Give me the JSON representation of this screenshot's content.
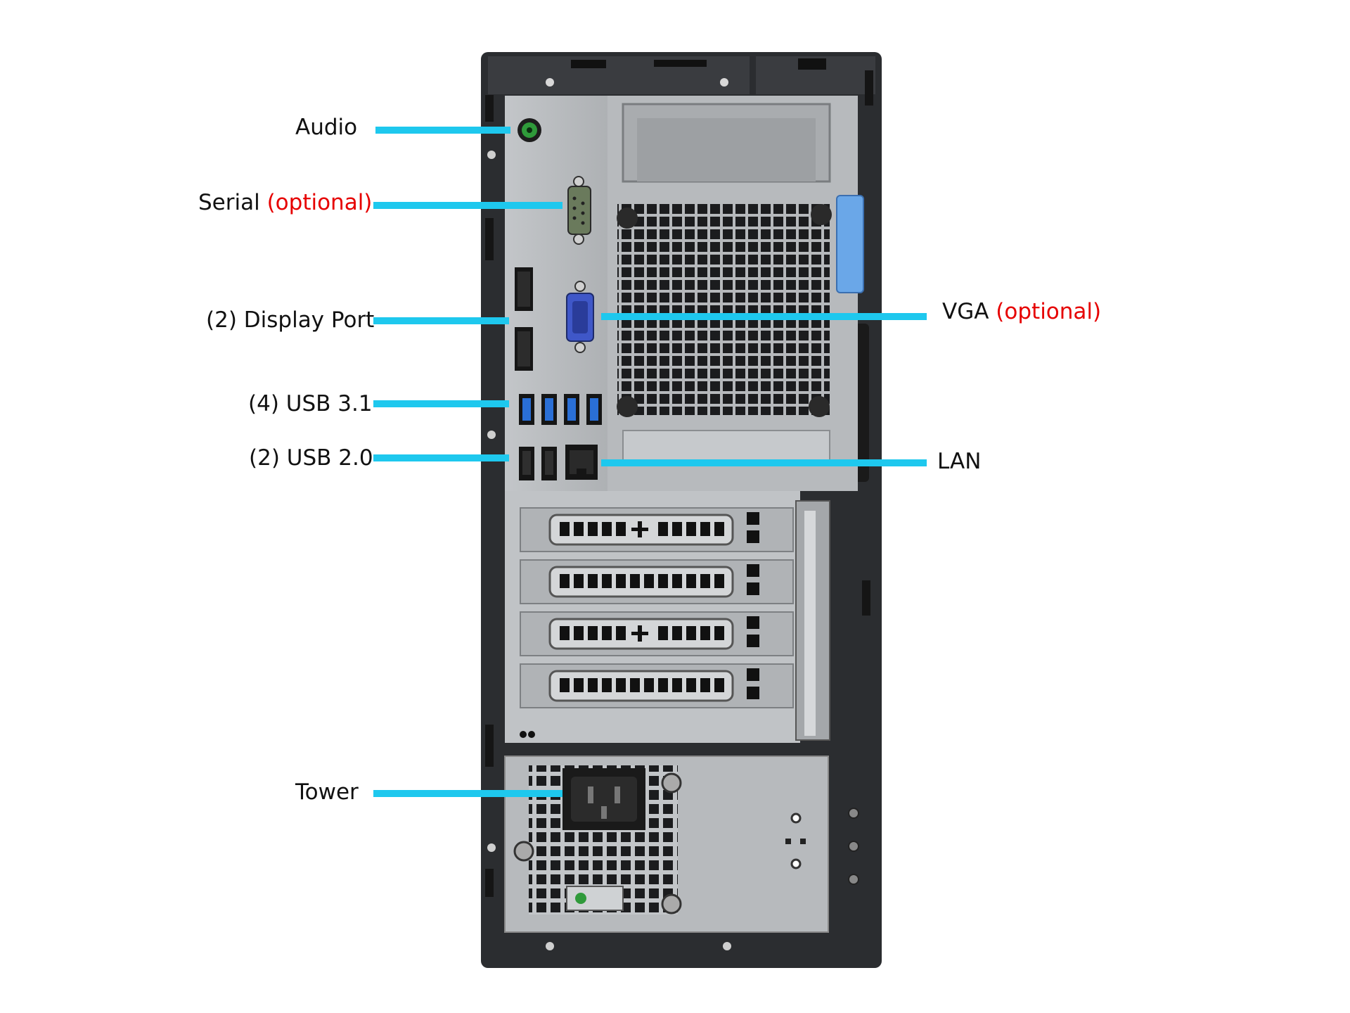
{
  "colors": {
    "leader_line": "#1ec8ee",
    "label_text": "#111111",
    "optional_text": "#e60000",
    "chassis": "#2b2d30",
    "panel": "#b9bcbf",
    "usb3_blue": "#2a6fd6",
    "vga_blue": "#3f57c8",
    "serial_green": "#6a7a5c",
    "audio_green": "#2f9a3a",
    "latch_blue": "#6aa7e8"
  },
  "labels": {
    "audio": "Audio",
    "serial": "Serial",
    "serial_optional": "(optional)",
    "display_port": "(2) Display Port",
    "usb31": "(4) USB 3.1",
    "usb20": "(2) USB 2.0",
    "tower": "Tower",
    "vga": "VGA",
    "vga_optional": "(optional)",
    "lan": "LAN"
  },
  "icons": [
    "audio-jack-icon",
    "serial-port-icon",
    "display-port-icon",
    "vga-port-icon",
    "usb-port-icon",
    "lan-port-icon",
    "power-socket-icon",
    "fan-grille-icon",
    "pcie-slot-icon",
    "psu-led-icon"
  ]
}
